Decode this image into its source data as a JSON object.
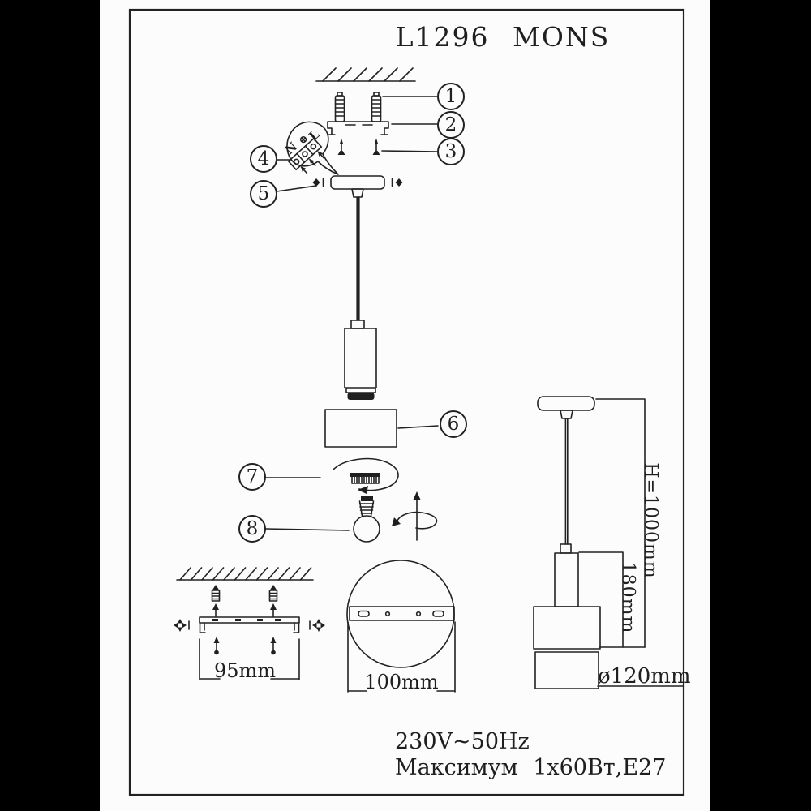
{
  "title": "L1296 MONS",
  "callouts": {
    "c1": "1",
    "c2": "2",
    "c3": "3",
    "c4": "4",
    "c5": "5",
    "c6": "6",
    "c7": "7",
    "c8": "8"
  },
  "terminal_detail": {
    "neutral": "N",
    "earth": "⊕",
    "live": "L"
  },
  "dimensions": {
    "bracket_width": "95mm",
    "canopy_diameter": "100mm",
    "total_height": "H=1000mm",
    "fixture_height": "180mm",
    "shade_diameter": "ø120mm"
  },
  "specs": {
    "voltage": "230V~50Hz",
    "max_power": "Максимум 1x60Вт,E27"
  },
  "colors": {
    "ink": "#1f1f1f",
    "paper": "#fcfcfc",
    "background": "#000000"
  }
}
